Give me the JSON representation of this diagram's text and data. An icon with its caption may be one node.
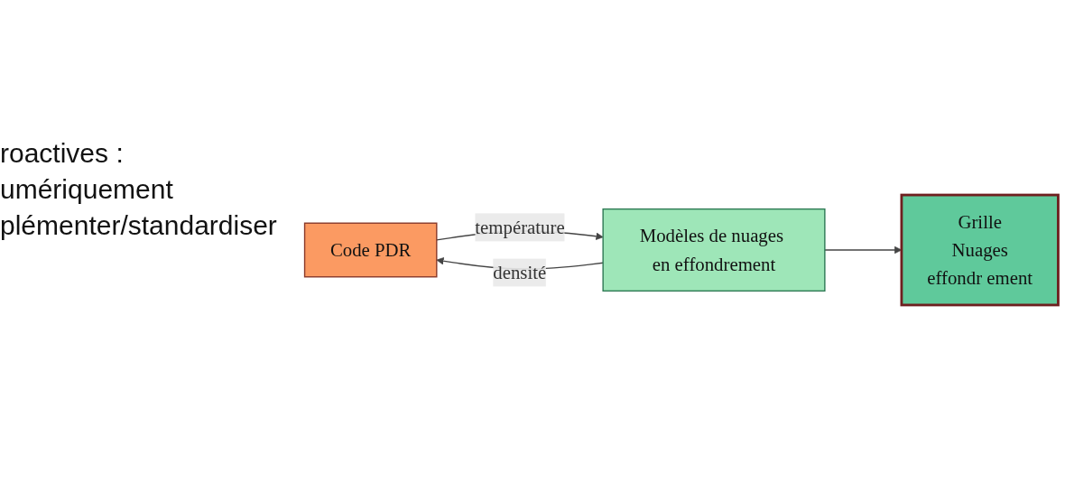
{
  "diagram": {
    "nodes": [
      {
        "text": [
          "Grille",
          "Nuages",
          "effondr ement"
        ]
      },
      {
        "text": [
          "Code PDR"
        ]
      },
      {
        "text": [
          "Modèles de nuages en effondrement"
        ]
      }
    ],
    "edges": [
      {
        "from": 2,
        "to": 0,
        "arrow": "to"
      },
      {
        "from": 1,
        "to": 2,
        "arrow": "to",
        "label": "température"
      },
      {
        "from": 2,
        "to": 1,
        "arrow": "to",
        "label": "densité"
      }
    ],
    "labels": [
      "roactives :",
      "umériquement",
      "plémenter/standardiser"
    ]
  }
}
